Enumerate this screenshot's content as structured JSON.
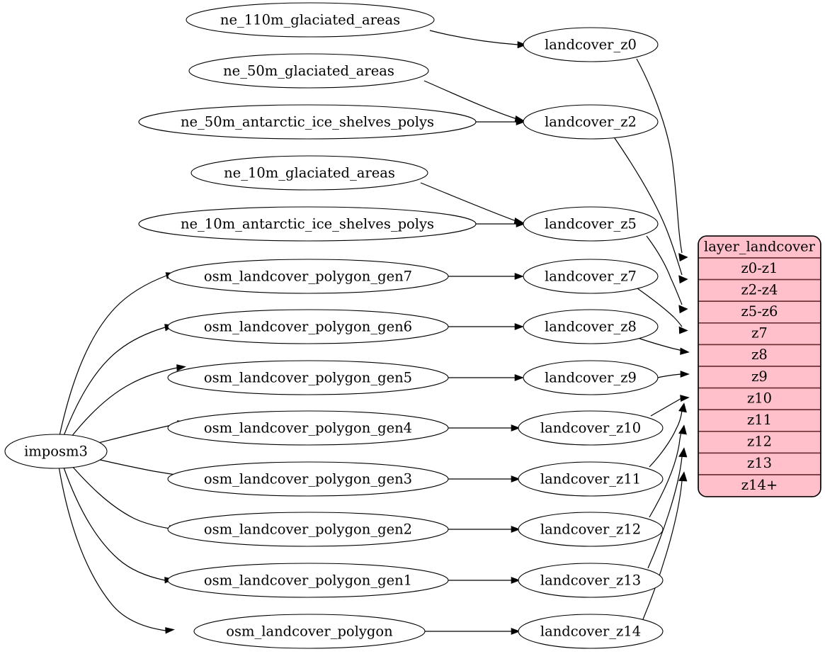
{
  "diagram": {
    "title": "landcover layer data flow",
    "background": "#ffffff",
    "node_fill": "#ffffff",
    "node_stroke": "#000000",
    "table_fill": "#ffc0cb",
    "table_stroke": "#6b3035",
    "source_node": {
      "id": "imposm3",
      "label": "imposm3"
    },
    "natural_earth_sources": [
      {
        "id": "ne_110m_glaciated_areas",
        "label": "ne_110m_glaciated_areas"
      },
      {
        "id": "ne_50m_glaciated_areas",
        "label": "ne_50m_glaciated_areas"
      },
      {
        "id": "ne_50m_antarctic_ice_shelves_polys",
        "label": "ne_50m_antarctic_ice_shelves_polys"
      },
      {
        "id": "ne_10m_glaciated_areas",
        "label": "ne_10m_glaciated_areas"
      },
      {
        "id": "ne_10m_antarctic_ice_shelves_polys",
        "label": "ne_10m_antarctic_ice_shelves_polys"
      }
    ],
    "osm_tables": [
      {
        "id": "osm_landcover_polygon_gen7",
        "label": "osm_landcover_polygon_gen7"
      },
      {
        "id": "osm_landcover_polygon_gen6",
        "label": "osm_landcover_polygon_gen6"
      },
      {
        "id": "osm_landcover_polygon_gen5",
        "label": "osm_landcover_polygon_gen5"
      },
      {
        "id": "osm_landcover_polygon_gen4",
        "label": "osm_landcover_polygon_gen4"
      },
      {
        "id": "osm_landcover_polygon_gen3",
        "label": "osm_landcover_polygon_gen3"
      },
      {
        "id": "osm_landcover_polygon_gen2",
        "label": "osm_landcover_polygon_gen2"
      },
      {
        "id": "osm_landcover_polygon_gen1",
        "label": "osm_landcover_polygon_gen1"
      },
      {
        "id": "osm_landcover_polygon",
        "label": "osm_landcover_polygon"
      }
    ],
    "landcover_views": [
      {
        "id": "landcover_z0",
        "label": "landcover_z0"
      },
      {
        "id": "landcover_z2",
        "label": "landcover_z2"
      },
      {
        "id": "landcover_z5",
        "label": "landcover_z5"
      },
      {
        "id": "landcover_z7",
        "label": "landcover_z7"
      },
      {
        "id": "landcover_z8",
        "label": "landcover_z8"
      },
      {
        "id": "landcover_z9",
        "label": "landcover_z9"
      },
      {
        "id": "landcover_z10",
        "label": "landcover_z10"
      },
      {
        "id": "landcover_z11",
        "label": "landcover_z11"
      },
      {
        "id": "landcover_z12",
        "label": "landcover_z12"
      },
      {
        "id": "landcover_z13",
        "label": "landcover_z13"
      },
      {
        "id": "landcover_z14",
        "label": "landcover_z14"
      }
    ],
    "layer_table": {
      "header": "layer_landcover",
      "rows": [
        {
          "label": "z0-z1"
        },
        {
          "label": "z2-z4"
        },
        {
          "label": "z5-z6"
        },
        {
          "label": "z7"
        },
        {
          "label": "z8"
        },
        {
          "label": "z9"
        },
        {
          "label": "z10"
        },
        {
          "label": "z11"
        },
        {
          "label": "z12"
        },
        {
          "label": "z13"
        },
        {
          "label": "z14+"
        }
      ]
    },
    "edges": [
      {
        "from": "ne_110m_glaciated_areas",
        "to": "landcover_z0"
      },
      {
        "from": "ne_50m_glaciated_areas",
        "to": "landcover_z2"
      },
      {
        "from": "ne_50m_antarctic_ice_shelves_polys",
        "to": "landcover_z2"
      },
      {
        "from": "ne_10m_glaciated_areas",
        "to": "landcover_z5"
      },
      {
        "from": "ne_10m_antarctic_ice_shelves_polys",
        "to": "landcover_z5"
      },
      {
        "from": "imposm3",
        "to": "osm_landcover_polygon_gen7"
      },
      {
        "from": "imposm3",
        "to": "osm_landcover_polygon_gen6"
      },
      {
        "from": "imposm3",
        "to": "osm_landcover_polygon_gen5"
      },
      {
        "from": "imposm3",
        "to": "osm_landcover_polygon_gen4"
      },
      {
        "from": "imposm3",
        "to": "osm_landcover_polygon_gen3"
      },
      {
        "from": "imposm3",
        "to": "osm_landcover_polygon_gen2"
      },
      {
        "from": "imposm3",
        "to": "osm_landcover_polygon_gen1"
      },
      {
        "from": "imposm3",
        "to": "osm_landcover_polygon"
      },
      {
        "from": "osm_landcover_polygon_gen7",
        "to": "landcover_z7"
      },
      {
        "from": "osm_landcover_polygon_gen6",
        "to": "landcover_z8"
      },
      {
        "from": "osm_landcover_polygon_gen5",
        "to": "landcover_z9"
      },
      {
        "from": "osm_landcover_polygon_gen4",
        "to": "landcover_z10"
      },
      {
        "from": "osm_landcover_polygon_gen3",
        "to": "landcover_z11"
      },
      {
        "from": "osm_landcover_polygon_gen2",
        "to": "landcover_z12"
      },
      {
        "from": "osm_landcover_polygon_gen1",
        "to": "landcover_z13"
      },
      {
        "from": "osm_landcover_polygon",
        "to": "landcover_z14"
      },
      {
        "from": "landcover_z0",
        "to": "layer_landcover:z0-z1"
      },
      {
        "from": "landcover_z2",
        "to": "layer_landcover:z2-z4"
      },
      {
        "from": "landcover_z5",
        "to": "layer_landcover:z5-z6"
      },
      {
        "from": "landcover_z7",
        "to": "layer_landcover:z7"
      },
      {
        "from": "landcover_z8",
        "to": "layer_landcover:z8"
      },
      {
        "from": "landcover_z9",
        "to": "layer_landcover:z9"
      },
      {
        "from": "landcover_z10",
        "to": "layer_landcover:z10"
      },
      {
        "from": "landcover_z11",
        "to": "layer_landcover:z11"
      },
      {
        "from": "landcover_z12",
        "to": "layer_landcover:z12"
      },
      {
        "from": "landcover_z13",
        "to": "layer_landcover:z13"
      },
      {
        "from": "landcover_z14",
        "to": "layer_landcover:z14+"
      }
    ]
  }
}
